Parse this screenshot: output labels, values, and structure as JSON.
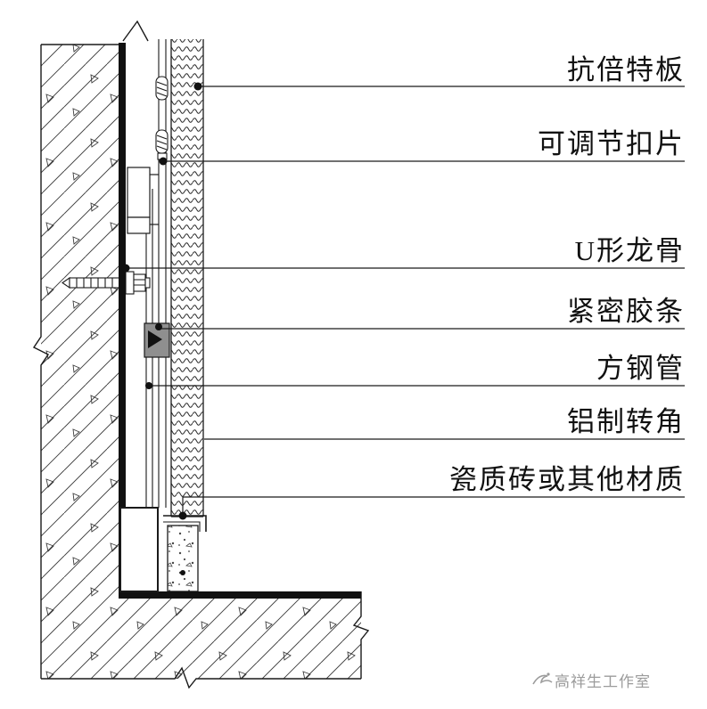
{
  "drawing": {
    "type": "construction-detail-section",
    "labels": [
      {
        "text": "抗倍特板"
      },
      {
        "text": "可调节扣片"
      },
      {
        "text": "U形龙骨"
      },
      {
        "text": "紧密胶条"
      },
      {
        "text": "方钢管"
      },
      {
        "text": "铝制转角"
      },
      {
        "text": "瓷质砖或其他材质"
      }
    ],
    "watermark": "高祥生工作室",
    "colors": {
      "line": "#1a1a1a",
      "rubber_gray": "#8f8f8f",
      "watermark_gray": "#9c9c9c"
    }
  }
}
